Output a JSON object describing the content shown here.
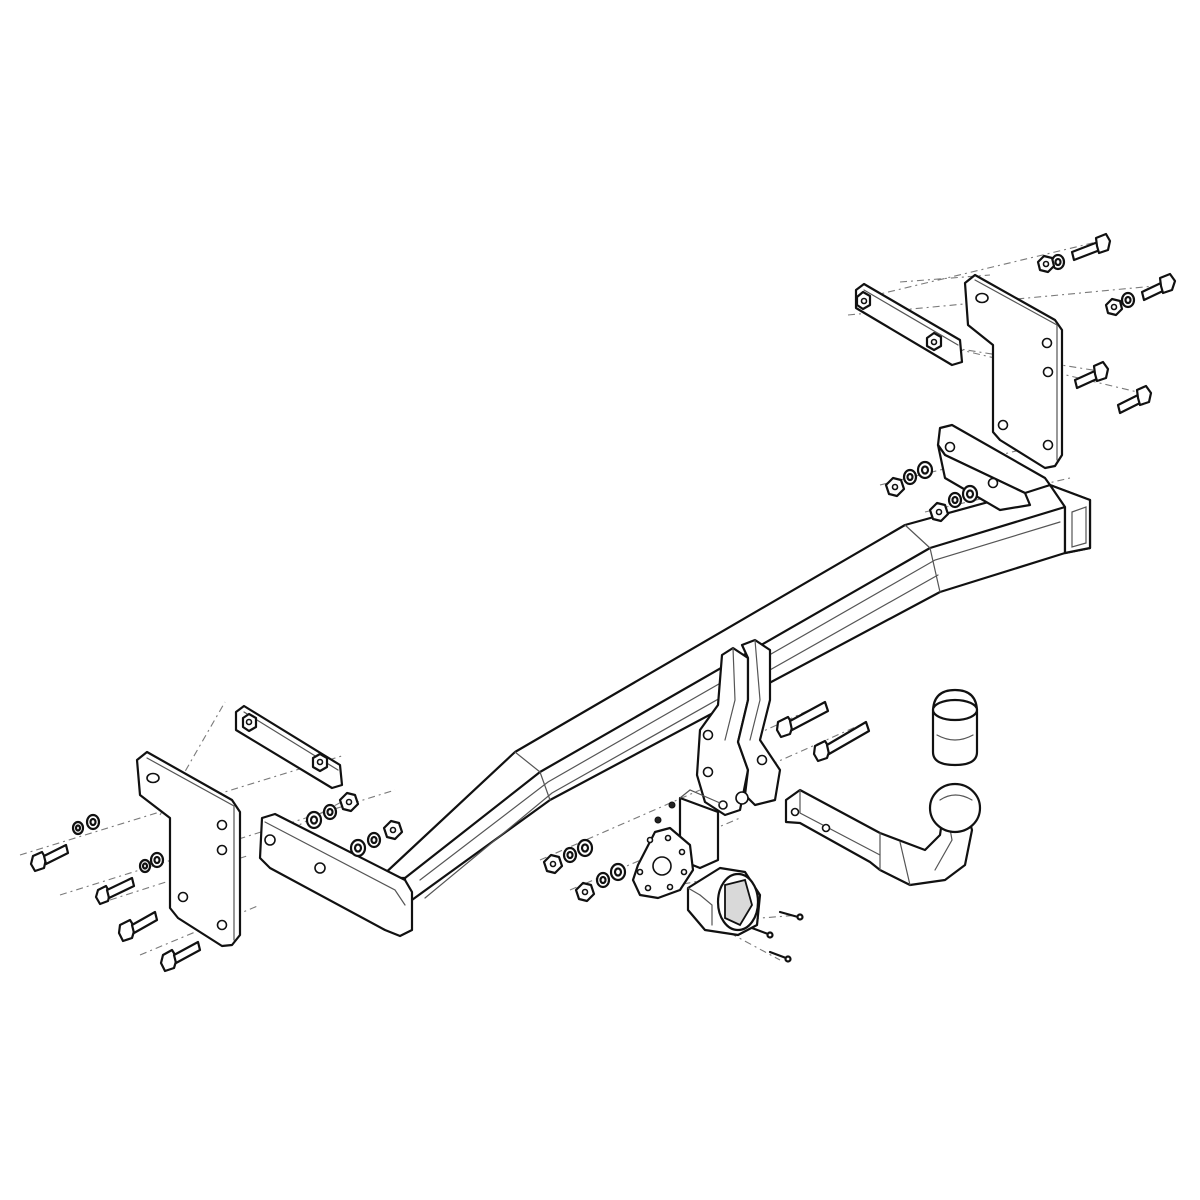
{
  "diagram": {
    "kind": "exploded-assembly",
    "subject": "tow-bar",
    "colors": {
      "line": "#111111",
      "background": "#ffffff",
      "fill": "#ffffff",
      "shade": "#d9d9d9",
      "guide": "#7a7a7a"
    },
    "parts": [
      "crossbar-beam",
      "left-side-bracket",
      "left-frame-plate",
      "left-backing-strip",
      "right-side-bracket",
      "right-frame-plate",
      "right-backing-strip",
      "tow-ball-neck",
      "tow-ball-cap",
      "ball-mount-clamp",
      "socket-plate",
      "electrical-socket",
      "bolts",
      "nuts",
      "washers",
      "socket-screws"
    ]
  }
}
